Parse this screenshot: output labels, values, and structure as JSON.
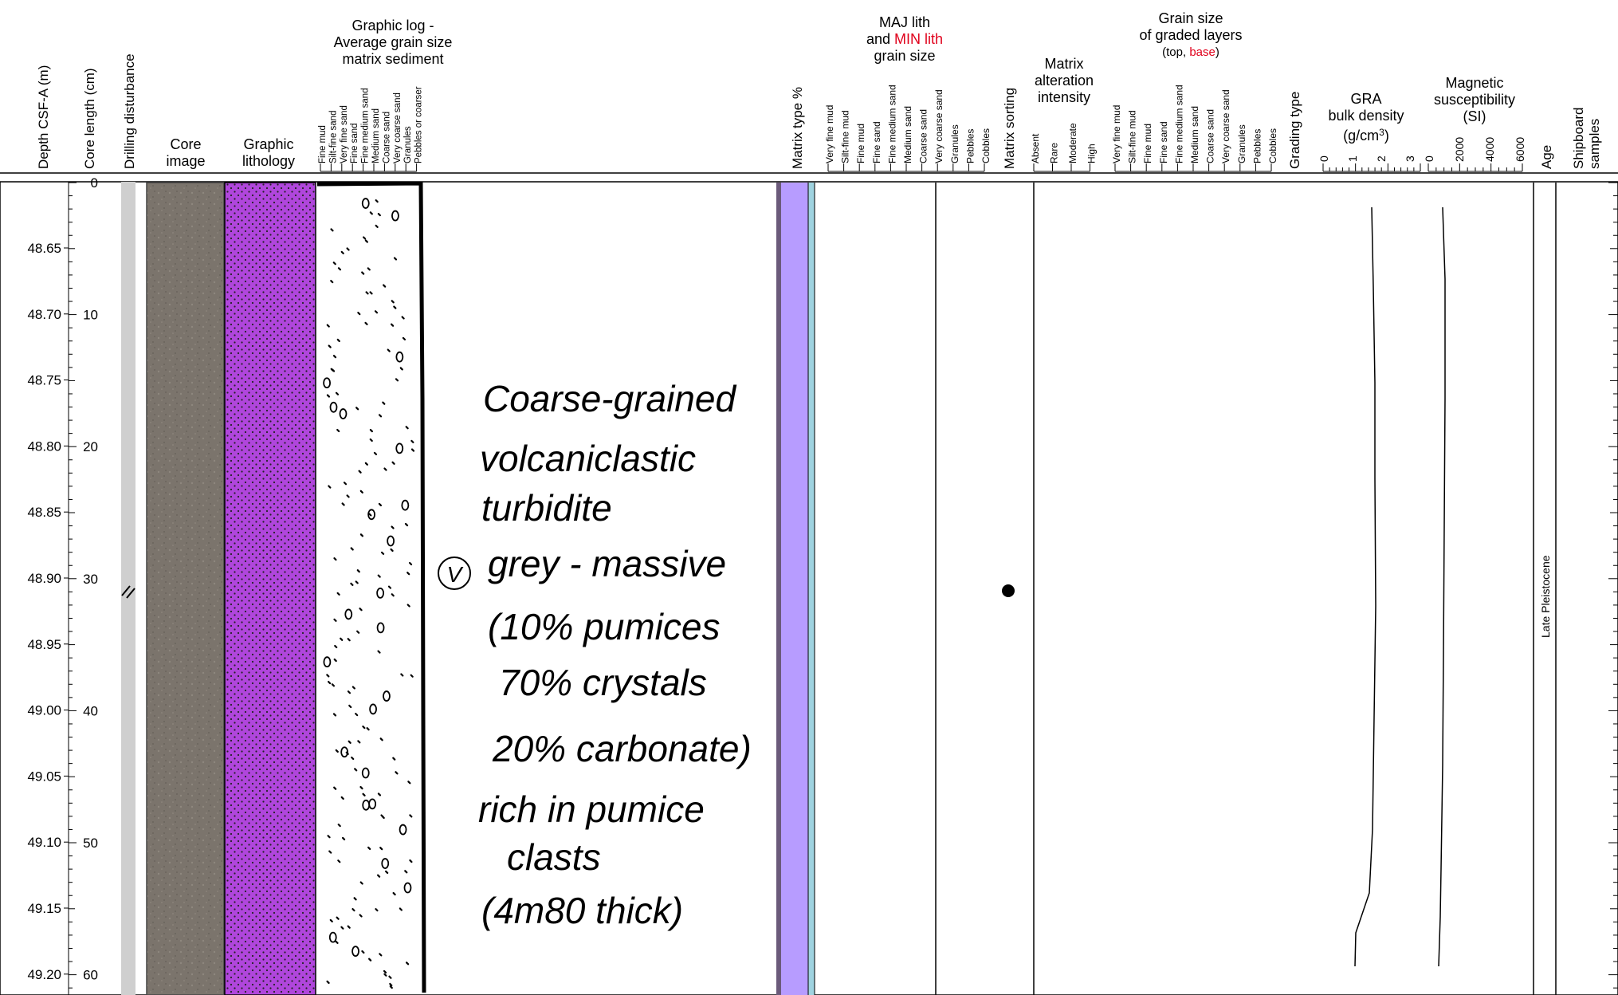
{
  "headers": {
    "depth": "Depth CSF-A (m)",
    "core_length": "Core length (cm)",
    "drilling_disturbance": "Drilling disturbance",
    "core_image": [
      "Core",
      "image"
    ],
    "graphic_lithology": [
      "Graphic",
      "lithology"
    ],
    "graphic_log": [
      "Graphic log -",
      "Average grain size",
      "matrix sediment"
    ],
    "matrix_type": "Matrix type %",
    "maj_lith": {
      "line1": "MAJ lith",
      "line2_a": "and ",
      "line2_b": "MIN lith",
      "line3": "grain size"
    },
    "matrix_sorting": "Matrix sorting",
    "alteration": [
      "Matrix",
      "alteration",
      "intensity"
    ],
    "graded": {
      "line1": "Grain size",
      "line2": "of graded layers",
      "line3_a": "(top, ",
      "line3_b": "base",
      "line3_c": ")"
    },
    "grading_type": "Grading type",
    "gra": {
      "line1": "GRA",
      "line2": "bulk density",
      "line3": "(g/cm",
      "sup": "3",
      "line3_end": ")"
    },
    "magsus": [
      "Magnetic",
      "susceptibility",
      "(SI)"
    ],
    "age": "Age",
    "shipboard": [
      "Shipboard",
      "samples"
    ]
  },
  "graphic_log_scale": [
    "Fine mud",
    "Silt-fine sand",
    "Very fine sand",
    "Fine sand",
    "Fine medium sand",
    "Medium sand",
    "Coarse sand",
    "Very coarse sand",
    "Granules",
    "Pebbles or coarser"
  ],
  "maj_lith_scale": [
    "Very fine mud",
    "Silt-fine mud",
    "Fine mud",
    "Fine sand",
    "Fine medium sand",
    "Medium sand",
    "Coarse sand",
    "Very coarse sand",
    "Granules",
    "Pebbles",
    "Cobbles"
  ],
  "alteration_scale": [
    "Absent",
    "Rare",
    "Moderate",
    "High"
  ],
  "graded_scale": [
    "Very fine mud",
    "Silt-fine mud",
    "Fine mud",
    "Fine sand",
    "Fine medium sand",
    "Medium sand",
    "Coarse sand",
    "Very coarse sand",
    "Granules",
    "Pebbles",
    "Cobbles"
  ],
  "gra_ticks": [
    "0",
    "1",
    "2",
    "3"
  ],
  "magsus_ticks": [
    "0",
    "2000",
    "4000",
    "6000"
  ],
  "depth_labels": [
    "48.65",
    "48.70",
    "48.75",
    "48.80",
    "48.85",
    "48.90",
    "48.95",
    "49.00",
    "49.05",
    "49.10",
    "49.15",
    "49.20"
  ],
  "core_length_labels": [
    "0",
    "10",
    "20",
    "30",
    "40",
    "50",
    "60"
  ],
  "age_label": "Late Pleistocene",
  "description": [
    "Coarse-grained",
    "volcaniclastic",
    "turbidite",
    "grey - massive",
    "(10% pumices",
    "70% crystals",
    "20% carbonate)",
    "rich in pumice",
    "clasts",
    "(4m80 thick)"
  ],
  "description_marker": "V",
  "colors": {
    "lithology": "#b046dc",
    "matrix_type": "#b79cff",
    "matrix_edge": "#9fd3e0",
    "red": "#e0001b",
    "drill_bar": "#cfcfcf",
    "core": "#7a736b"
  }
}
